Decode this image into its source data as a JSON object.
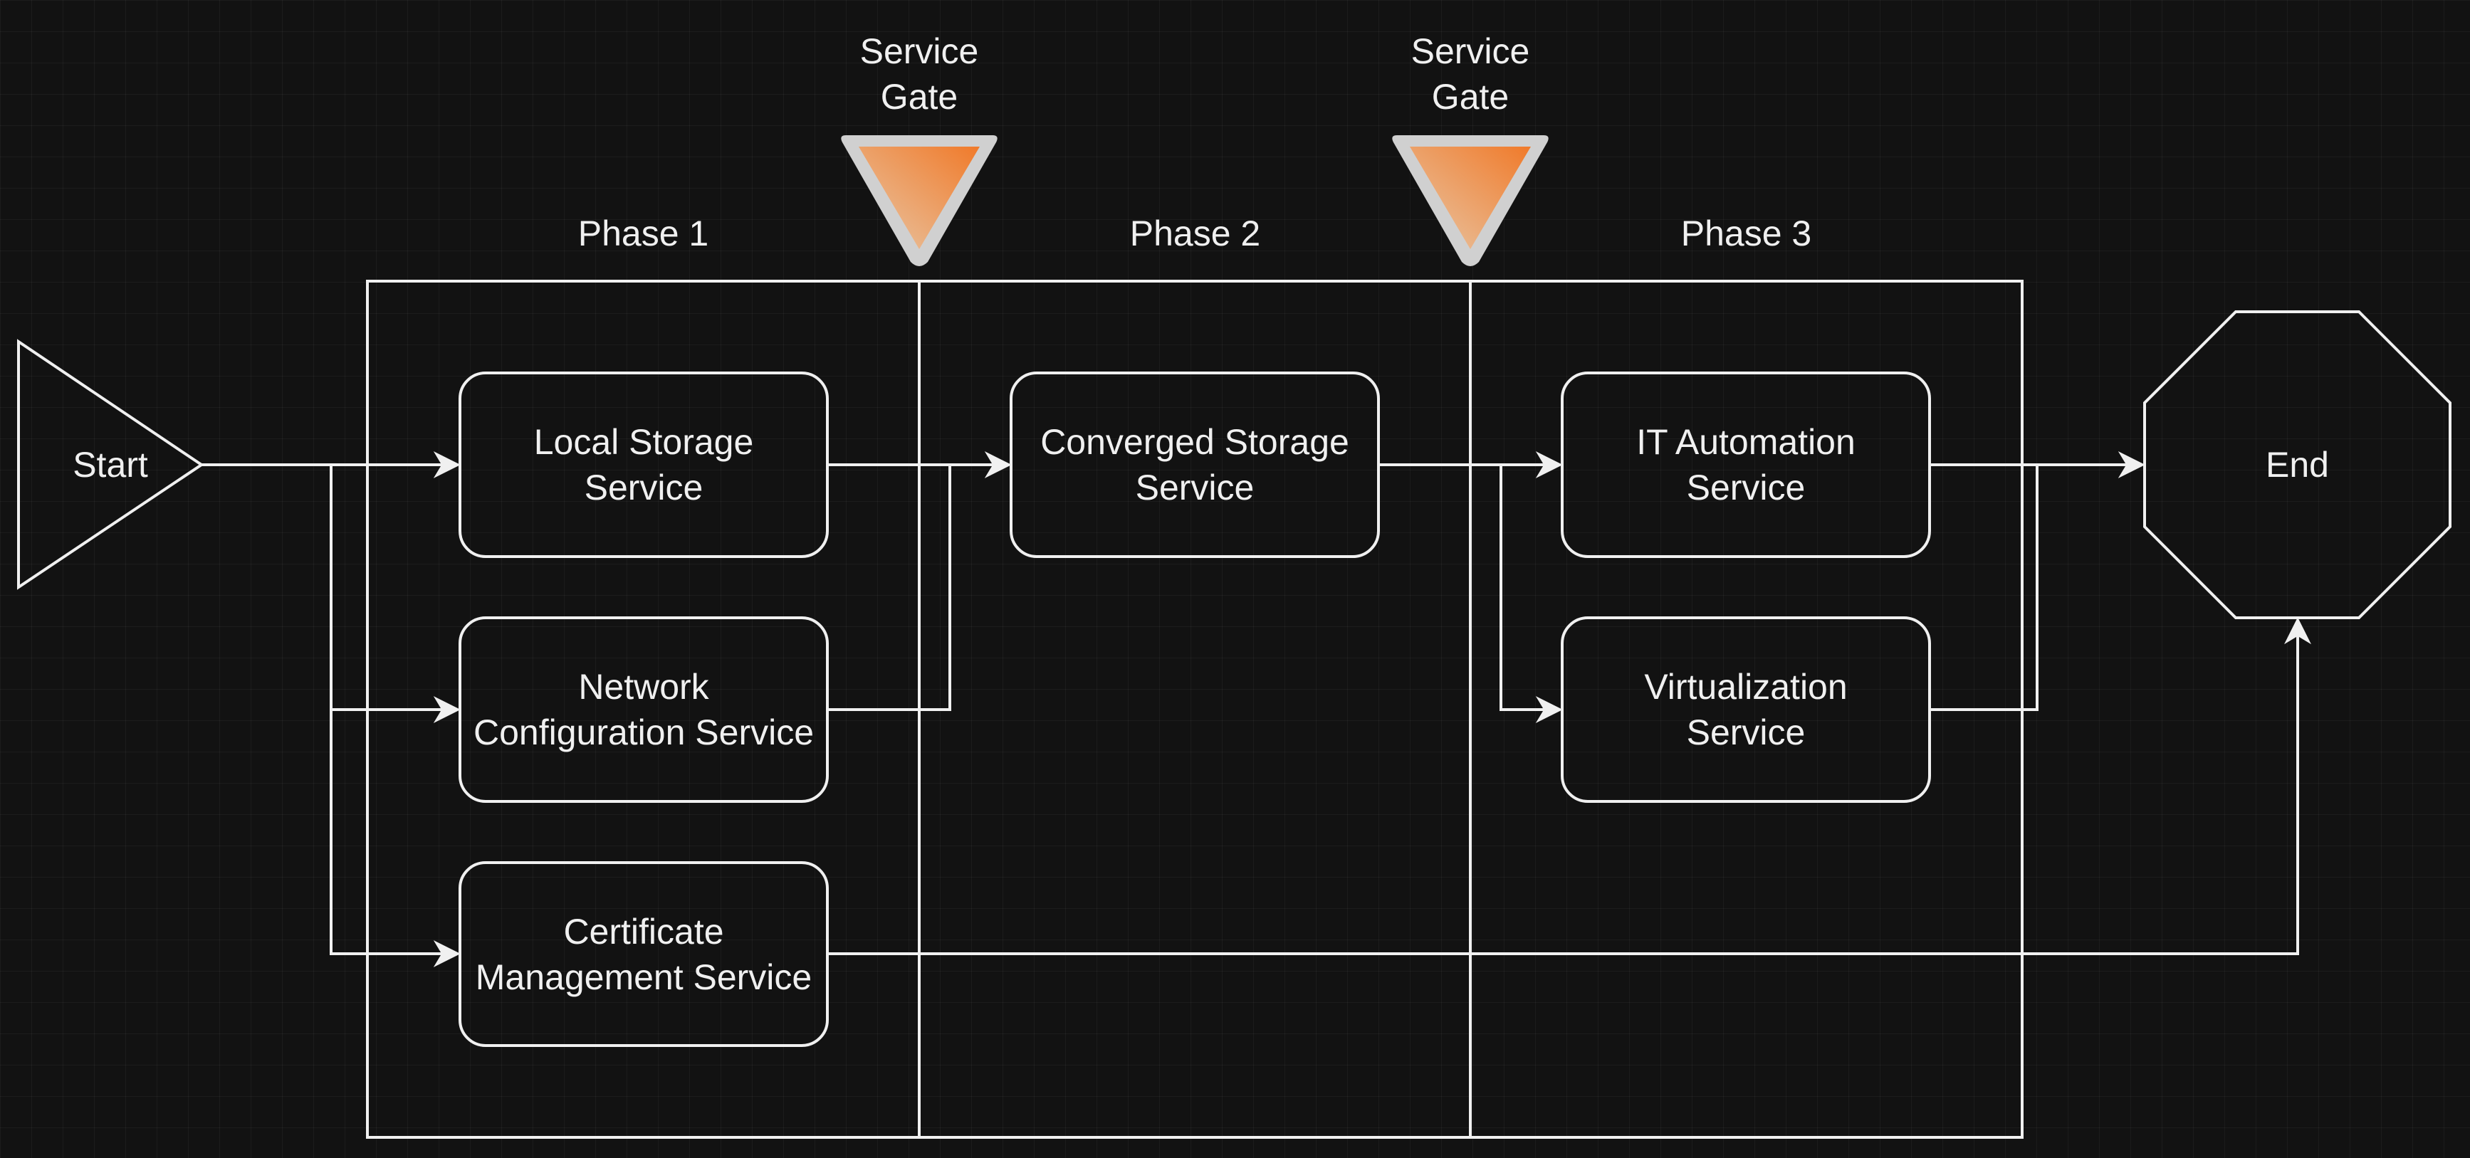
{
  "colors": {
    "background": "#121212",
    "stroke": "#f0f0f0",
    "gate_fill_top": "#f07a2a",
    "gate_fill_bottom": "#e8c8a8",
    "gate_border": "#d0d0d0"
  },
  "phases": [
    {
      "label": "Phase 1"
    },
    {
      "label": "Phase 2"
    },
    {
      "label": "Phase 3"
    }
  ],
  "gates": [
    {
      "label": "Service\nGate",
      "icon": "inverted-triangle-gate-icon"
    },
    {
      "label": "Service\nGate",
      "icon": "inverted-triangle-gate-icon"
    }
  ],
  "start": {
    "label": "Start"
  },
  "end": {
    "label": "End"
  },
  "services": [
    {
      "id": "local-storage",
      "label": "Local Storage\nService"
    },
    {
      "id": "network-config",
      "label": "Network\nConfiguration Service"
    },
    {
      "id": "certificate-mgmt",
      "label": "Certificate\nManagement Service"
    },
    {
      "id": "converged-storage",
      "label": "Converged Storage\nService"
    },
    {
      "id": "it-automation",
      "label": "IT Automation\nService"
    },
    {
      "id": "virtualization",
      "label": "Virtualization\nService"
    }
  ]
}
